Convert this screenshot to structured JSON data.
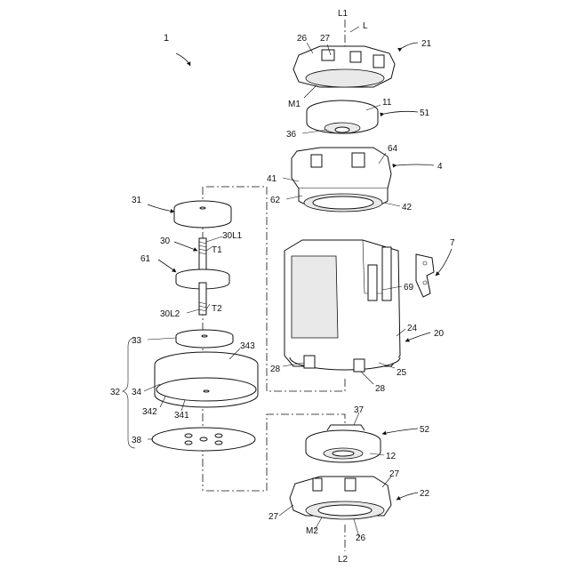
{
  "labels": {
    "assembly": "1",
    "axis_L1": "L1",
    "axis_L": "L",
    "axis_L2": "L2",
    "p21": "21",
    "p26a": "26",
    "p27a": "27",
    "pM1": "M1",
    "p11": "11",
    "p51": "51",
    "p36": "36",
    "p64": "64",
    "p4": "4",
    "p41": "41",
    "p62": "62",
    "p42": "42",
    "p31": "31",
    "p30L1": "30L1",
    "p30": "30",
    "pT1": "T1",
    "p61": "61",
    "p7": "7",
    "p69": "69",
    "p30L2": "30L2",
    "pT2": "T2",
    "p24": "24",
    "p20": "20",
    "p33": "33",
    "p343": "343",
    "p28a": "28",
    "p25": "25",
    "p28b": "28",
    "p32": "32",
    "p34": "34",
    "p342": "342",
    "p341": "341",
    "p37": "37",
    "p52": "52",
    "p12": "12",
    "p38": "38",
    "p27b": "27",
    "p22": "22",
    "p27c": "27",
    "pM2": "M2",
    "p26b": "26"
  }
}
